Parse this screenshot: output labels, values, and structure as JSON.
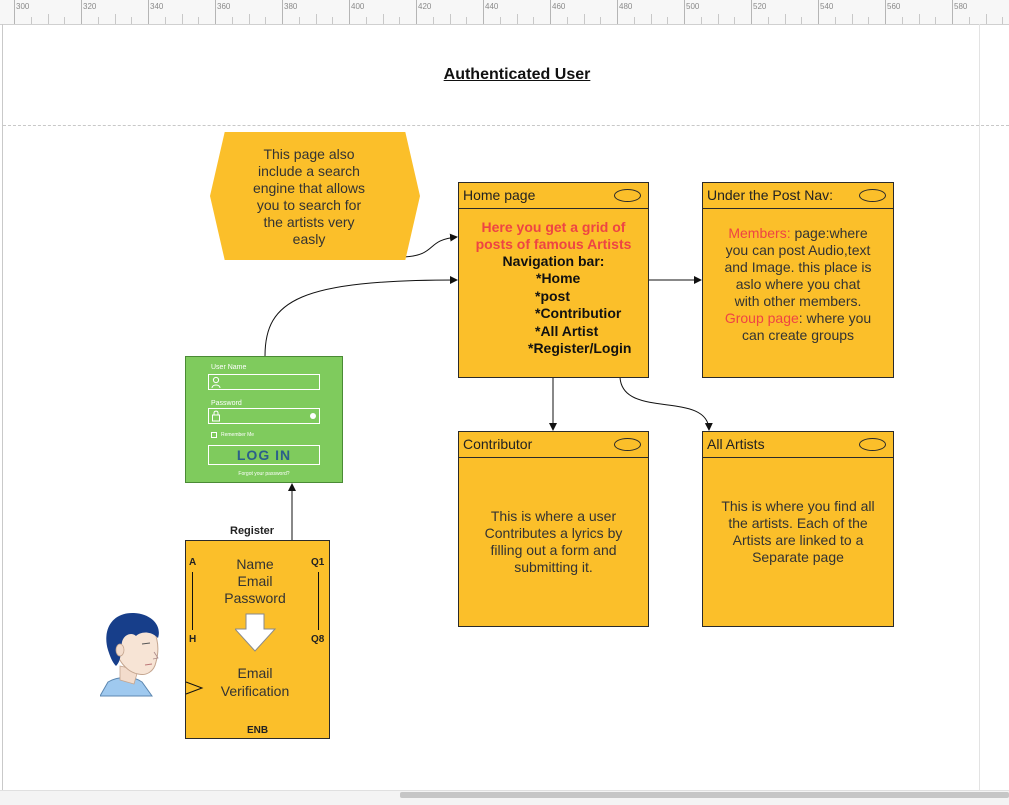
{
  "ruler": {
    "labels": [
      "300",
      "320",
      "340",
      "360",
      "380",
      "400",
      "420",
      "440",
      "460",
      "480",
      "500",
      "520",
      "540",
      "560",
      "580"
    ]
  },
  "diagram": {
    "title": "Authenticated User",
    "note": {
      "lines": [
        "This page also",
        "include a search",
        "engine that allows",
        "you to search for",
        "the artists very",
        "easly"
      ]
    },
    "home": {
      "title": "Home page",
      "red_lines": [
        "Here you get a grid of",
        "posts of famous Artists"
      ],
      "nav_label": "Navigation bar:",
      "nav_items": [
        "*Home",
        "*post",
        "*Contributior",
        "*All Artist",
        "*Register/Login"
      ]
    },
    "post_nav": {
      "title": "Under the Post Nav:",
      "members_label": "Members:",
      "line1_rest": " page:where",
      "lines": [
        "you can post Audio,text",
        "and Image. this place is",
        "aslo where you chat",
        "with other members."
      ],
      "group_label": "Group page",
      "group_rest": ": where you",
      "last_line": "can create groups"
    },
    "contributor": {
      "title": "Contributor",
      "lines": [
        "This is where a user",
        "Contributes a lyrics by",
        "filling out a form and",
        "submitting it."
      ]
    },
    "all_artists": {
      "title": "All Artists",
      "lines": [
        "This is where you find all",
        "the artists. Each of the",
        "Artists are linked to a",
        "Separate page"
      ]
    },
    "login": {
      "username_label": "User Name",
      "password_label": "Password",
      "remember_label": "Remember Me",
      "button_label": "LOG IN",
      "forgot_label": "Forgot your password?"
    },
    "register": {
      "label": "Register",
      "pin_a": "A",
      "pin_h": "H",
      "pin_q1": "Q1",
      "pin_q8": "Q8",
      "fields": [
        "Name",
        "Email",
        "Password"
      ],
      "verification": [
        "Email",
        "Verification"
      ],
      "enb": "ENB"
    },
    "colors": {
      "card_fill": "#fbbf2a",
      "login_fill": "#7fcb5d",
      "accent_red": "#ee4444"
    },
    "icons": [
      "user-avatar-icon",
      "arrow-down-icon",
      "lock-icon",
      "user-icon",
      "eye-icon"
    ]
  }
}
